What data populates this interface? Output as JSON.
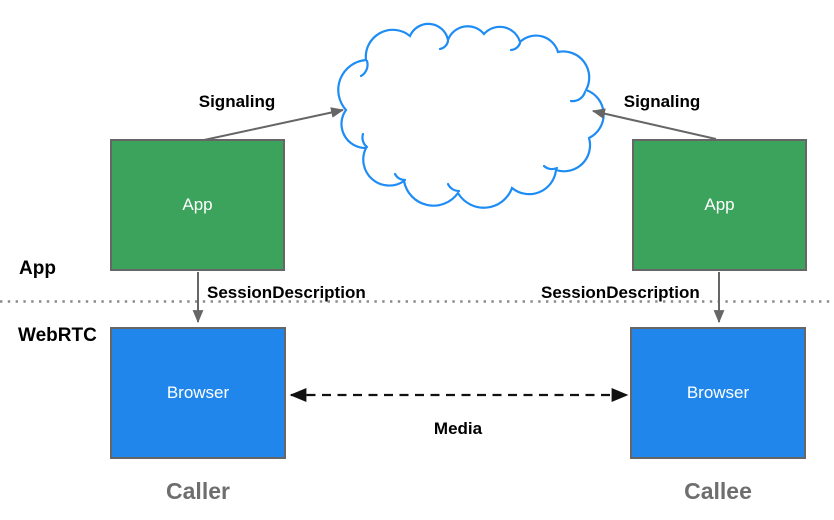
{
  "colors": {
    "green": "#3ba35c",
    "blue": "#2086eb",
    "cloud_blue": "#1e8cf5",
    "box_border": "#666666",
    "arrow_gray": "#666666",
    "divider_gray": "#8a8a8a",
    "media_black": "#111111",
    "label_black": "#000000",
    "footer_gray": "#6e6e6e"
  },
  "layers": {
    "app": "App",
    "webrtc": "WebRTC"
  },
  "nodes": {
    "caller_app": "App",
    "callee_app": "App",
    "caller_browser": "Browser",
    "callee_browser": "Browser"
  },
  "edges": {
    "signaling_left": "Signaling",
    "signaling_right": "Signaling",
    "session_description_left": "SessionDescription",
    "session_description_right": "SessionDescription",
    "media": "Media"
  },
  "footers": {
    "caller": "Caller",
    "callee": "Callee"
  }
}
